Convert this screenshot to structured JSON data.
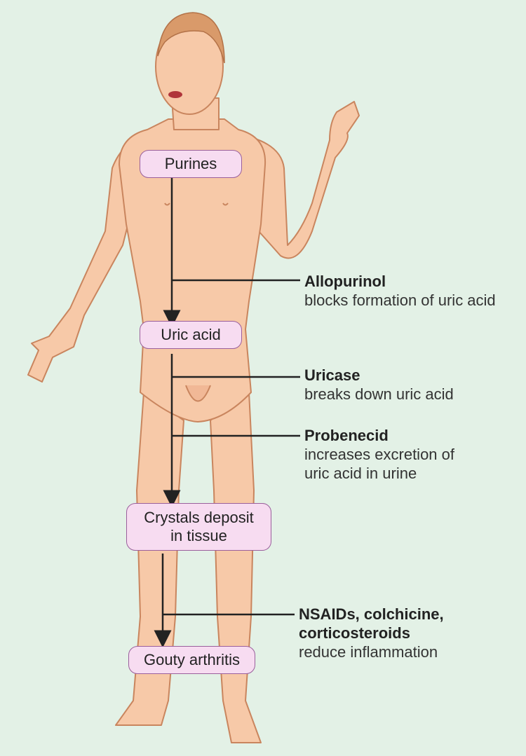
{
  "colors": {
    "background": "#e3f1e6",
    "skin": "#f7c9a8",
    "skin_outline": "#c9855e",
    "hair": "#d99a6a",
    "box_fill": "#f7dcf1",
    "box_border": "#9a5f9c",
    "arrow": "#222222"
  },
  "nodes": {
    "purines": "Purines",
    "uric_acid": "Uric acid",
    "crystals": "Crystals deposit\nin tissue",
    "gouty": "Gouty arthritis"
  },
  "drugs": {
    "allopurinol": {
      "name": "Allopurinol",
      "desc": "blocks formation of uric acid"
    },
    "uricase": {
      "name": "Uricase",
      "desc": "breaks down uric acid"
    },
    "probenecid": {
      "name": "Probenecid",
      "desc": "increases excretion of\nuric acid in urine"
    },
    "nsaids": {
      "name": "NSAIDs, colchicine,\ncorticosteroids",
      "desc": "reduce inflammation"
    }
  }
}
